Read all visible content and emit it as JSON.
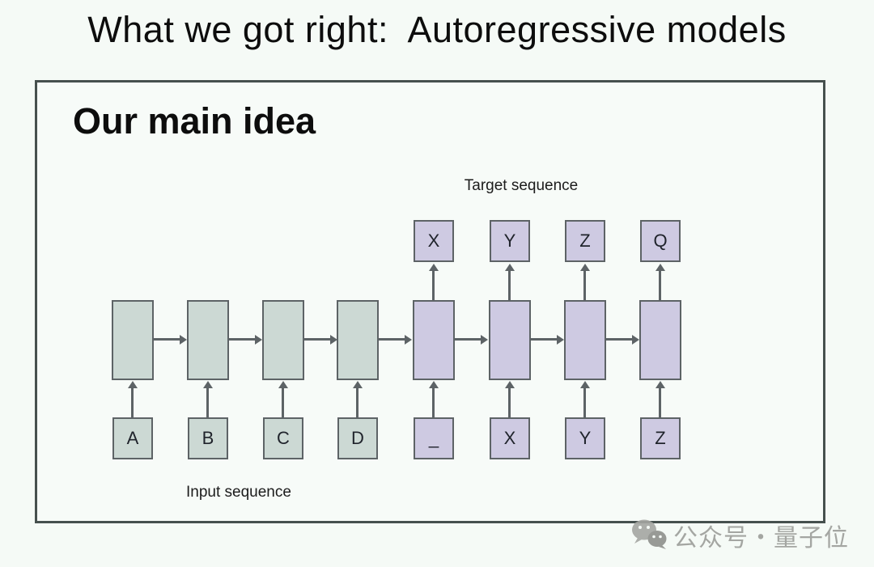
{
  "title": "What we got right:  Autoregressive models",
  "panel": {
    "heading": "Our main idea",
    "target_label": "Target sequence",
    "input_label": "Input sequence"
  },
  "diagram": {
    "type": "seq2seq-rnn",
    "encoder_fill": "#ccd9d4",
    "decoder_fill": "#cecae2",
    "box_border": "#5d6366",
    "arrow_color": "#5d6366",
    "input_sequence": [
      "A",
      "B",
      "C",
      "D",
      "_",
      "X",
      "Y",
      "Z"
    ],
    "target_sequence": [
      "X",
      "Y",
      "Z",
      "Q"
    ],
    "columns": [
      {
        "input": "A",
        "role": "encoder"
      },
      {
        "input": "B",
        "role": "encoder"
      },
      {
        "input": "C",
        "role": "encoder"
      },
      {
        "input": "D",
        "role": "encoder"
      },
      {
        "input": "_",
        "role": "decoder",
        "output": "X"
      },
      {
        "input": "X",
        "role": "decoder",
        "output": "Y"
      },
      {
        "input": "Y",
        "role": "decoder",
        "output": "Z"
      },
      {
        "input": "Z",
        "role": "decoder",
        "output": "Q"
      }
    ]
  },
  "watermark": {
    "icon": "wechat-icon",
    "text": "公众号・量子位"
  }
}
